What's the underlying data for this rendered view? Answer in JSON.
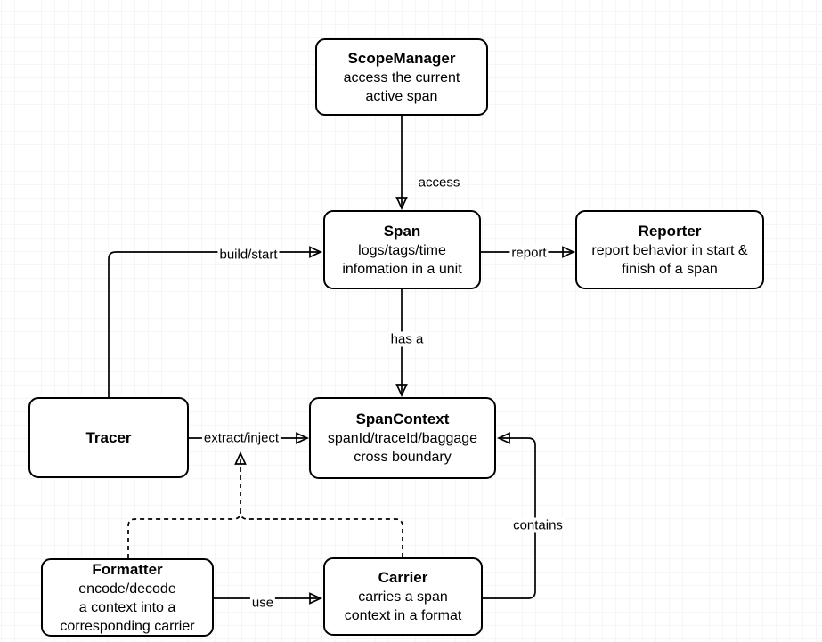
{
  "canvas": {
    "background_color": "#ffffff",
    "grid_major_color": "#e9e9e9",
    "grid_minor_color": "#f6f6f6",
    "stroke_color": "#000000",
    "node_fill_color": "#ffffff"
  },
  "diagram": {
    "nodes": [
      {
        "id": "scope-manager",
        "title": "ScopeManager",
        "desc": "access the current\nactive span"
      },
      {
        "id": "span",
        "title": "Span",
        "desc": "logs/tags/time\ninfomation in a unit"
      },
      {
        "id": "reporter",
        "title": "Reporter",
        "desc": "report behavior in start &\nfinish of a span"
      },
      {
        "id": "tracer",
        "title": "Tracer",
        "desc": ""
      },
      {
        "id": "span-context",
        "title": "SpanContext",
        "desc": "spanId/traceId/baggage\ncross boundary"
      },
      {
        "id": "formatter",
        "title": "Formatter",
        "desc": "encode/decode\na context into a\ncorresponding carrier"
      },
      {
        "id": "carrier",
        "title": "Carrier",
        "desc": "carries a span\ncontext in a format"
      }
    ],
    "edges": [
      {
        "id": "scope-manager-to-span",
        "label": "access",
        "from": "ScopeManager",
        "to": "Span",
        "style": "solid"
      },
      {
        "id": "span-to-reporter",
        "label": "report",
        "from": "Span",
        "to": "Reporter",
        "style": "solid"
      },
      {
        "id": "tracer-to-span",
        "label": "build/start",
        "from": "Tracer",
        "to": "Span",
        "style": "solid"
      },
      {
        "id": "span-to-span-context",
        "label": "has a",
        "from": "Span",
        "to": "SpanContext",
        "style": "solid"
      },
      {
        "id": "tracer-to-span-context",
        "label": "extract/inject",
        "from": "Tracer",
        "to": "SpanContext",
        "style": "solid"
      },
      {
        "id": "formatter-to-carrier",
        "label": "use",
        "from": "Formatter",
        "to": "Carrier",
        "style": "solid"
      },
      {
        "id": "carrier-to-span-context",
        "label": "contains",
        "from": "Carrier",
        "to": "SpanContext",
        "style": "solid"
      },
      {
        "id": "formatter-carrier-to-extract-inject",
        "label": "",
        "from": "Formatter / Carrier",
        "to": "extract/inject",
        "style": "dashed"
      }
    ]
  }
}
